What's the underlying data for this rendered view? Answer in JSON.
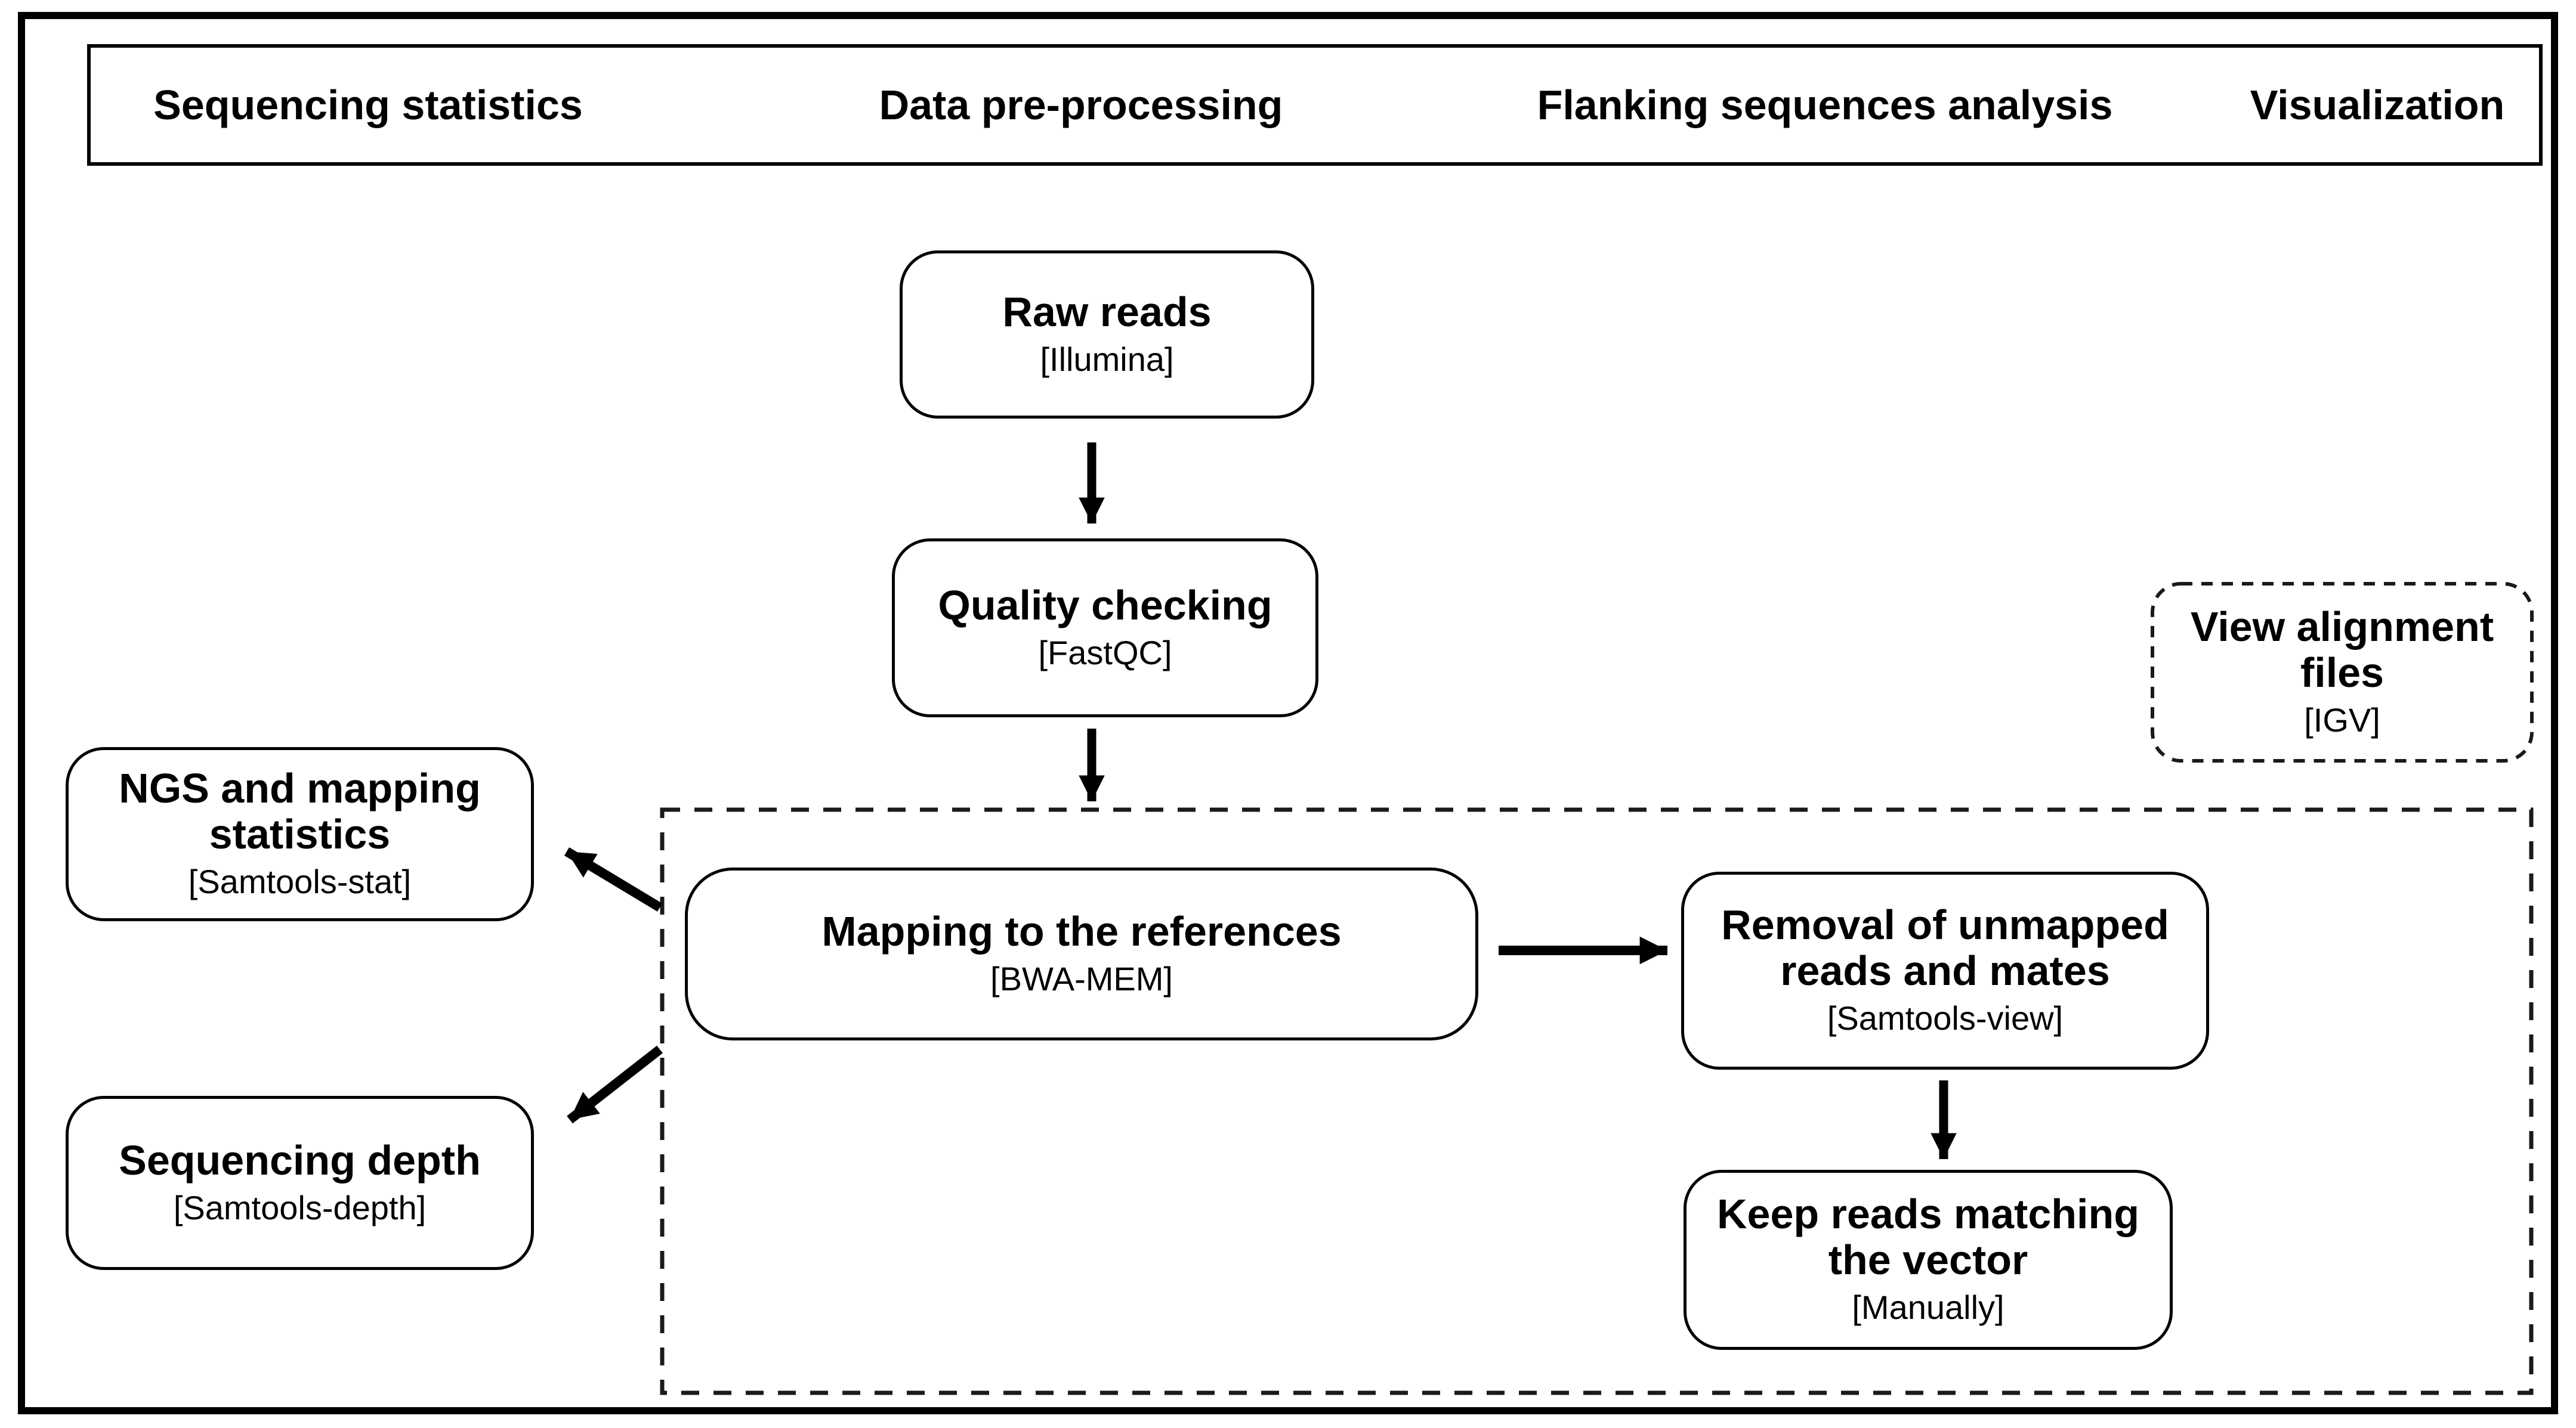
{
  "header": {
    "columns": [
      {
        "label": "Sequencing statistics"
      },
      {
        "label": "Data pre-processing"
      },
      {
        "label": "Flanking sequences analysis"
      },
      {
        "label": "Visualization"
      }
    ]
  },
  "nodes": {
    "raw_reads": {
      "title": "Raw reads",
      "tool": "[Illumina]"
    },
    "quality_checking": {
      "title": "Quality checking",
      "tool": "[FastQC]"
    },
    "mapping": {
      "title": "Mapping to the references",
      "tool": "[BWA-MEM]"
    },
    "removal": {
      "title": "Removal of unmapped reads and mates",
      "tool": "[Samtools-view]"
    },
    "keep_reads": {
      "title": "Keep reads matching the vector",
      "tool": "[Manually]"
    },
    "ngs_stats": {
      "title": "NGS and mapping statistics",
      "tool": "[Samtools-stat]"
    },
    "seq_depth": {
      "title": "Sequencing depth",
      "tool": "[Samtools-depth]"
    },
    "view_alignment": {
      "title": "View alignment files",
      "tool": "[IGV]"
    }
  },
  "colors": {
    "ink": "#000000",
    "background": "#ffffff"
  }
}
